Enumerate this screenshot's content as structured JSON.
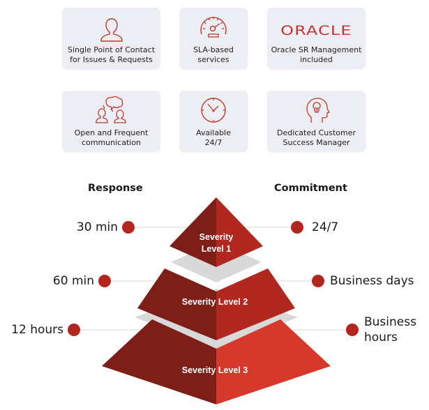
{
  "features": [
    {
      "icon": "person-icon",
      "label": "Single Point of Contact\nfor Issues & Requests"
    },
    {
      "icon": "speedometer-icon",
      "label": "SLA-based\nservices"
    },
    {
      "icon": "oracle-logo",
      "logo_text": "ORACLE",
      "label": "Oracle SR Management\nincluded"
    },
    {
      "icon": "conversation-icon",
      "label": "Open and Frequent\ncommunication"
    },
    {
      "icon": "clock-icon",
      "label": "Available\n24/7"
    },
    {
      "icon": "head-lightbulb-icon",
      "label": "Dedicated Customer\nSuccess Manager"
    }
  ],
  "pyramid": {
    "response_heading": "Response",
    "commitment_heading": "Commitment",
    "levels": [
      {
        "label_line1": "Severity",
        "label_line2": "Level 1",
        "response": "30 min",
        "commitment": "24/7"
      },
      {
        "label": "Severity Level 2",
        "response": "60 min",
        "commitment": "Business days"
      },
      {
        "label": "Severity Level 3",
        "response": "12 hours",
        "commitment": "Business\nhours"
      }
    ]
  },
  "colors": {
    "accent_red": "#b3261e",
    "dark_red": "#7e1e18",
    "bright_red": "#d6392b",
    "card_bg": "#eceef3",
    "separator_gray": "#d9d9d9"
  }
}
